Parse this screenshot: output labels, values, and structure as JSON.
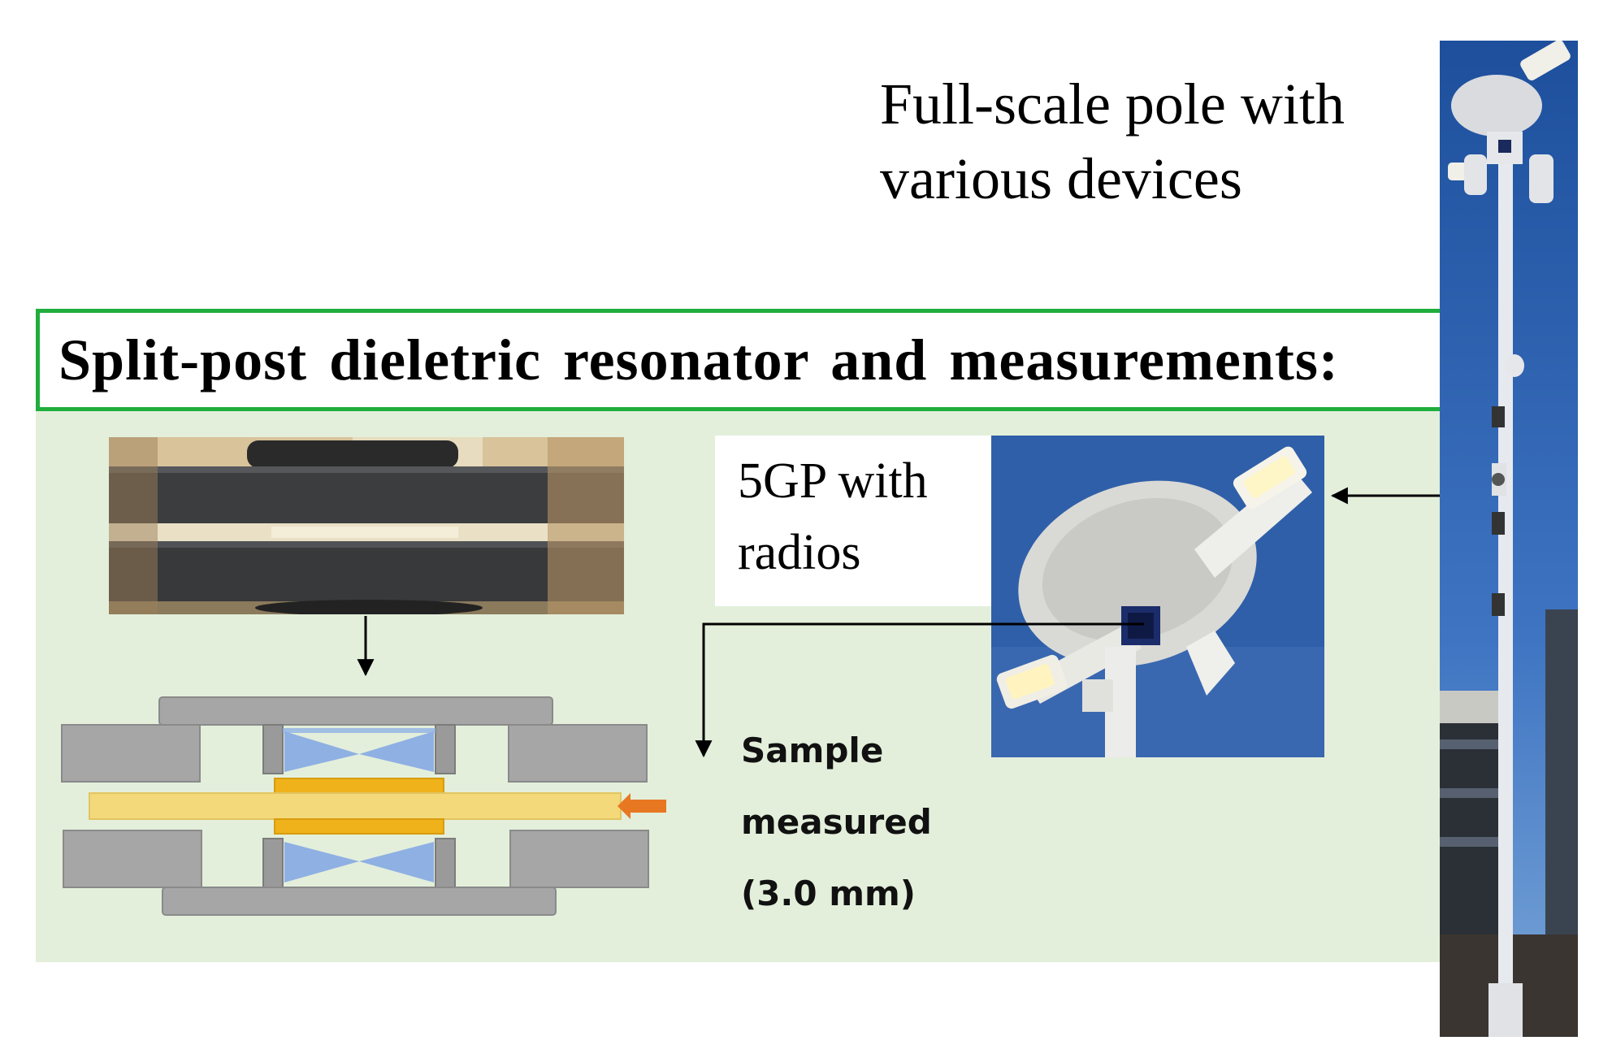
{
  "pole_caption": {
    "line1": "Full-scale pole with",
    "line2": "various devices"
  },
  "panel_title": "Split-post dieletric resonator and measurements:",
  "five_gp_label": {
    "line1": "5GP with",
    "line2": "radios"
  },
  "sample_label": {
    "line1": "Sample",
    "line2": "measured",
    "line3": "(3.0 mm)"
  },
  "colors": {
    "panel_fill": "#e3efdb",
    "title_border": "#1fae3c",
    "sky_blue": "#2f5fa8",
    "sample_yellow": "#f3d97a",
    "dielectric_orange": "#f0b21a",
    "pointer_orange": "#e87722",
    "metal_gray": "#a6a6a6"
  }
}
